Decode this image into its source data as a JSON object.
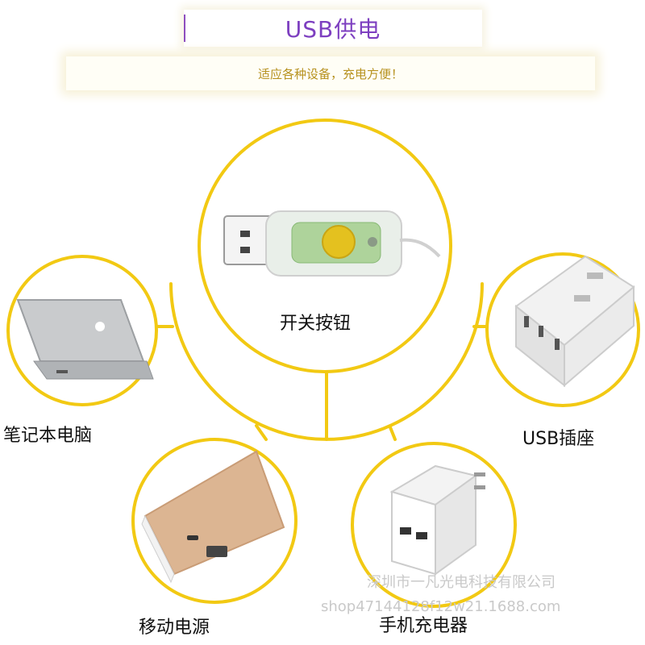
{
  "header": {
    "title": "USB供电",
    "subtitle": "适应各种设备，充电方便！"
  },
  "items": {
    "switch": {
      "label": "开关按钮"
    },
    "laptop": {
      "label": "笔记本电脑"
    },
    "socket": {
      "label": "USB插座"
    },
    "powerbank": {
      "label": "移动电源"
    },
    "charger": {
      "label": "手机充电器"
    }
  },
  "watermark": {
    "company": "深圳市一凡光电科技有限公司",
    "shop": "shop47144128f12w21.1688.com"
  },
  "colors": {
    "ring": "#f2c913",
    "title": "#7d3fc0",
    "subtitle": "#b79220"
  }
}
